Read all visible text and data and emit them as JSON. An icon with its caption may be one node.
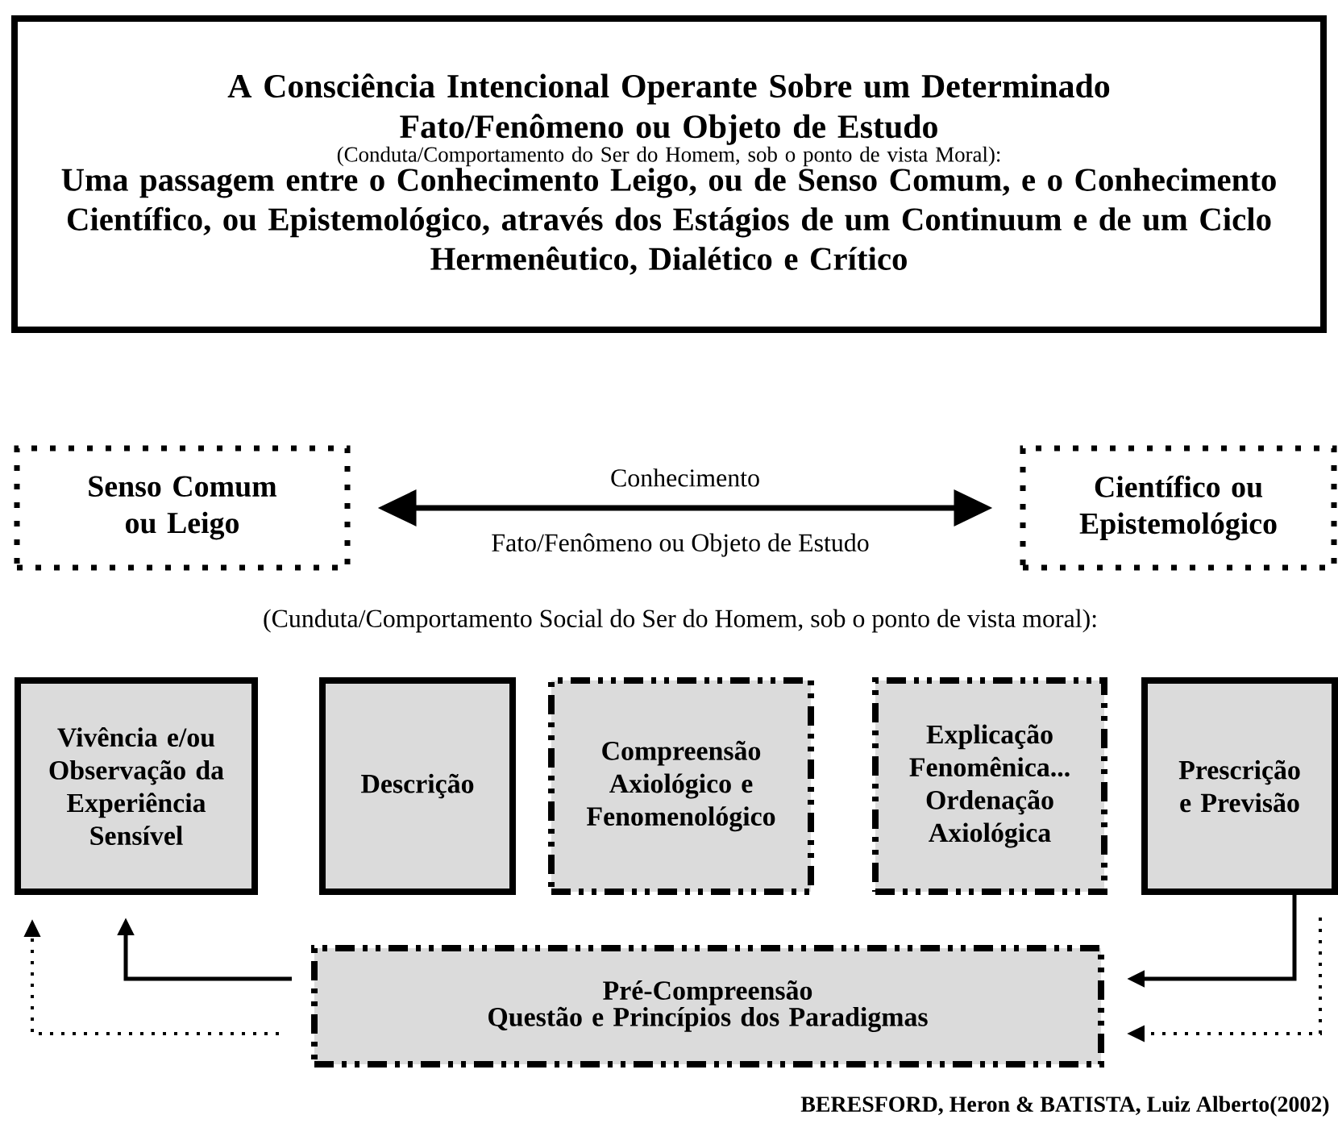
{
  "diagram": {
    "nodes": [
      {
        "text": [
          "A Consciência Intencional Operante Sobre um Determinado Fato/Fenômeno ou Objeto de Estudo",
          "(Conduta/Comportamento do Ser do Homem, sob o ponto de vista Moral):",
          "Uma passagem entre o Conhecimento Leigo, ou de Senso Comum, e o Conhecimento Científico, ou Epistemológico, através dos Estágios de um Continuum e de um Ciclo Hermenêutico, Dialético e Crítico"
        ]
      },
      {
        "text": [
          "Senso Comum ou Leigo"
        ]
      },
      {
        "text": [
          "Científico ou Epistemológico"
        ]
      },
      {
        "text": [
          "Vivência e/ou Observação da Experiência Sensível"
        ]
      },
      {
        "text": [
          "Descrição"
        ]
      },
      {
        "text": [
          "Compreensão Axiológico e Fenomenológico"
        ]
      },
      {
        "text": [
          "Explicação Fenomênica... Ordenação Axiológica"
        ]
      },
      {
        "text": [
          "Prescrição e Previsão"
        ]
      },
      {
        "text": [
          "Pré-Compreensão",
          "Questão e Princípios dos Paradigmas"
        ]
      }
    ],
    "edges": [
      {
        "from": 1,
        "to": 2,
        "arrow": "both",
        "label": "Conhecimento"
      },
      {
        "from": 8,
        "to": 3,
        "arrow": "to"
      },
      {
        "from": 8,
        "to": 3,
        "arrow": "to",
        "style": "dashed"
      },
      {
        "from": 7,
        "to": 8,
        "arrow": "to"
      },
      {
        "from": 7,
        "to": 8,
        "arrow": "to",
        "style": "dashed"
      }
    ],
    "labels": [
      "Fato/Fenômeno ou Objeto de Estudo",
      "(Cunduta/Comportamento Social do Ser do Homem, sob o ponto de vista moral):",
      "BERESFORD, Heron & BATISTA, Luiz Alberto(2002)"
    ]
  }
}
